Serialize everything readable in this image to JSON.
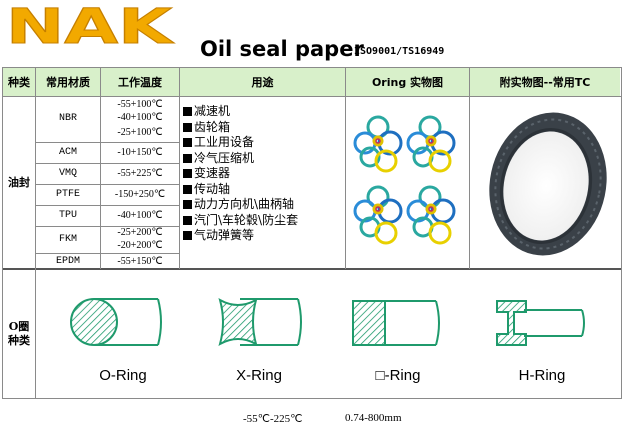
{
  "brand": {
    "logo_text": "NAK",
    "logo_color": "#f2a900"
  },
  "header": {
    "title": "Oil seal paper",
    "cert": "ISO9001/TS16949"
  },
  "columns": [
    "种类",
    "常用材质",
    "工作温度",
    "用途",
    "Oring 实物图",
    "附实物图--常用TC"
  ],
  "category": "油封",
  "materials": [
    {
      "name": "NBR",
      "temps": [
        "-55+100℃",
        "-40+100℃",
        "-25+100℃"
      ]
    },
    {
      "name": "ACM",
      "temps": [
        "-10+150℃"
      ]
    },
    {
      "name": "VMQ",
      "temps": [
        "-55+225℃"
      ]
    },
    {
      "name": "PTFE",
      "temps": [
        "-150+250℃"
      ]
    },
    {
      "name": "TPU",
      "temps": [
        "-40+100℃"
      ]
    },
    {
      "name": "FKM",
      "temps": [
        "-25+200℃",
        "-20+200℃"
      ]
    },
    {
      "name": "EPDM",
      "temps": [
        "-55+150℃"
      ]
    }
  ],
  "usages": [
    "减速机",
    "齿轮箱",
    "工业用设备",
    "冷气压缩机",
    "变速器",
    "传动轴",
    "动力方向机\\曲柄轴",
    "汽门\\车轮毂\\防尘套",
    "气动弹簧等"
  ],
  "oring_section": {
    "label": "O圈种类",
    "rings": [
      "O-Ring",
      "X-Ring",
      "□-Ring",
      "H-Ring"
    ],
    "accent": "#1f9a6c"
  },
  "footer": {
    "temp_range": "-55℃-225℃",
    "size_range": "0.74-800mm"
  }
}
